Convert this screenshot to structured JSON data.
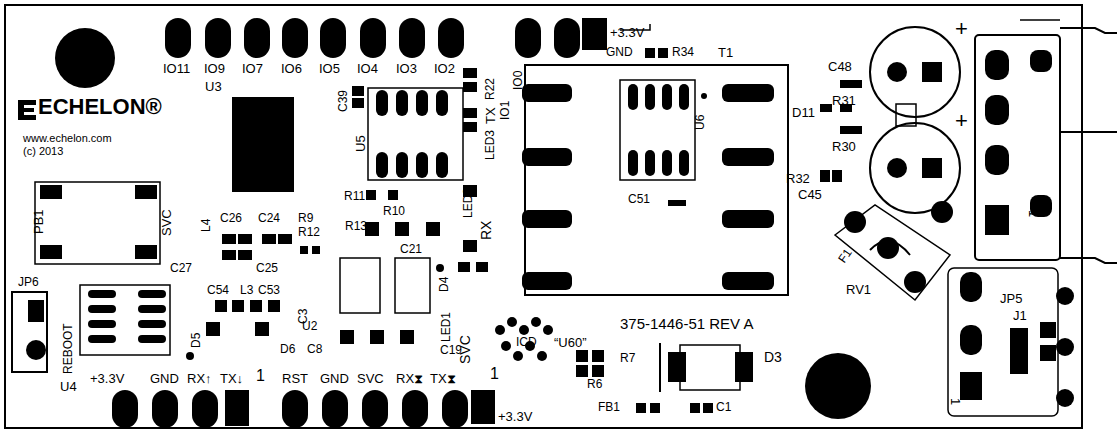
{
  "diagram": {
    "labels": [
      "IO11",
      "IO9",
      "IO7",
      "IO6",
      "IO5",
      "IO4",
      "IO3",
      "IO2",
      "IO0",
      "IO1",
      "R22",
      "+3.3V",
      "GND",
      "R34",
      "T1",
      "U3",
      "C39",
      "U5",
      "TX",
      "LED3",
      "U6",
      "C48",
      "D11",
      "R31",
      "R30",
      "R32",
      "C45",
      "+",
      "+",
      "ECHELON®",
      "www.echelon.com",
      "(c) 2013",
      "PB1",
      "SVC",
      "L4",
      "C26",
      "C24",
      "R9",
      "R12",
      "C27",
      "C25",
      "R11",
      "R10",
      "LED2",
      "RX",
      "R13",
      "C21",
      "C51",
      "F1",
      "RV1",
      "1",
      "JP5",
      "J1",
      "JP6",
      "REBOOT",
      "U4",
      "C54",
      "L3",
      "C53",
      "D5",
      "D6",
      "C3",
      "U2",
      "C8",
      "D4",
      "LED1",
      "SVC",
      "C19",
      "ICD",
      "“U60”",
      "375-1446-51 REV A",
      "R7",
      "R6",
      "D3",
      "FB1",
      "C1",
      "+3.3V",
      "GND",
      "RX↑",
      "TX↓",
      "1",
      "RST",
      "GND",
      "SVC",
      "RX⧗",
      "TX⧗",
      "1",
      "+3.3V",
      "1"
    ]
  }
}
